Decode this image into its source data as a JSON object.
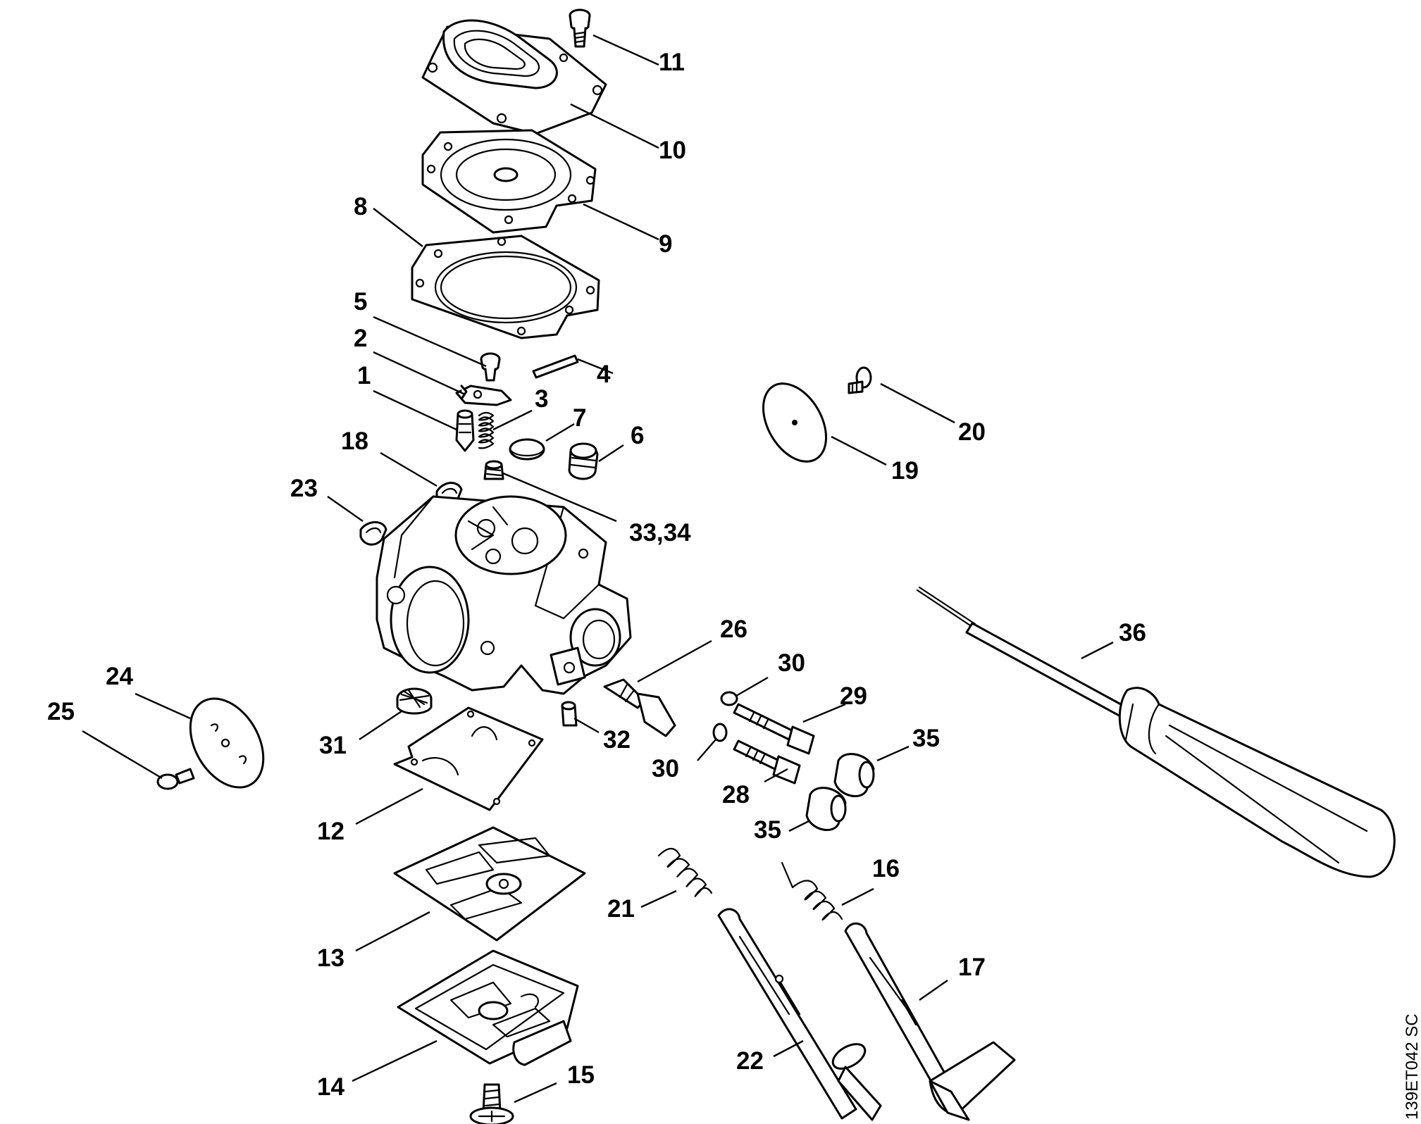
{
  "drawing_code": "139ET042 SC",
  "callouts": [
    {
      "id": "c11",
      "text": "11"
    },
    {
      "id": "c10",
      "text": "10"
    },
    {
      "id": "c9",
      "text": "9"
    },
    {
      "id": "c8",
      "text": "8"
    },
    {
      "id": "c5",
      "text": "5"
    },
    {
      "id": "c2",
      "text": "2"
    },
    {
      "id": "c4",
      "text": "4"
    },
    {
      "id": "c1",
      "text": "1"
    },
    {
      "id": "c3",
      "text": "3"
    },
    {
      "id": "c7",
      "text": "7"
    },
    {
      "id": "c6",
      "text": "6"
    },
    {
      "id": "c18",
      "text": "18"
    },
    {
      "id": "c23",
      "text": "23"
    },
    {
      "id": "c33_34",
      "text": "33,34"
    },
    {
      "id": "c20",
      "text": "20"
    },
    {
      "id": "c19",
      "text": "19"
    },
    {
      "id": "c26",
      "text": "26"
    },
    {
      "id": "c36",
      "text": "36"
    },
    {
      "id": "c30a",
      "text": "30"
    },
    {
      "id": "c29",
      "text": "29"
    },
    {
      "id": "c24",
      "text": "24"
    },
    {
      "id": "c25",
      "text": "25"
    },
    {
      "id": "c31",
      "text": "31"
    },
    {
      "id": "c32",
      "text": "32"
    },
    {
      "id": "c30b",
      "text": "30"
    },
    {
      "id": "c35a",
      "text": "35"
    },
    {
      "id": "c28",
      "text": "28"
    },
    {
      "id": "c35b",
      "text": "35"
    },
    {
      "id": "c12",
      "text": "12"
    },
    {
      "id": "c16",
      "text": "16"
    },
    {
      "id": "c21",
      "text": "21"
    },
    {
      "id": "c17",
      "text": "17"
    },
    {
      "id": "c13",
      "text": "13"
    },
    {
      "id": "c22",
      "text": "22"
    },
    {
      "id": "c15",
      "text": "15"
    },
    {
      "id": "c14",
      "text": "14"
    }
  ]
}
